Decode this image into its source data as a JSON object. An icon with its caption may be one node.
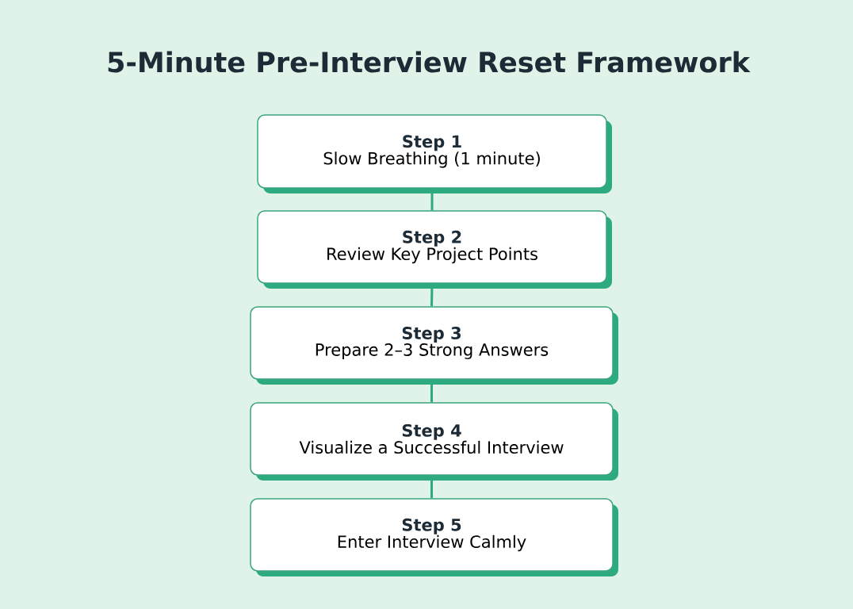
{
  "diagram": {
    "title": "5-Minute Pre-Interview Reset Framework",
    "nodes": [
      {
        "text": [
          "Step 1",
          "Slow Breathing (1 minute)"
        ]
      },
      {
        "text": [
          "Step 2",
          "Review Key Project Points"
        ]
      },
      {
        "text": [
          "Step 3",
          "Prepare 2–3 Strong Answers"
        ]
      },
      {
        "text": [
          "Step 4",
          "Visualize a Successful Interview"
        ]
      },
      {
        "text": [
          "Step 5",
          "Enter Interview Calmly"
        ]
      }
    ],
    "edges": [
      {
        "from": 0,
        "to": 1,
        "arrow": "none"
      },
      {
        "from": 1,
        "to": 2,
        "arrow": "none"
      },
      {
        "from": 2,
        "to": 3,
        "arrow": "none"
      },
      {
        "from": 3,
        "to": 4,
        "arrow": "none"
      }
    ]
  }
}
